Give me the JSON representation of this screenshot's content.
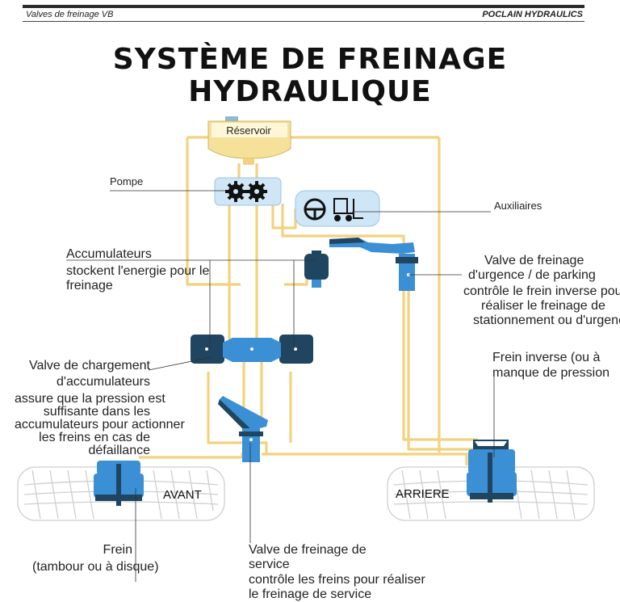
{
  "header": {
    "left": "Valves de freinage VB",
    "right": "POCLAIN HYDRAULICS"
  },
  "title": {
    "line1": "SYSTÈME DE FREINAGE",
    "line2": "HYDRAULIQUE"
  },
  "labels": {
    "reservoir": "Réservoir",
    "pompe": "Pompe",
    "auxiliaires": "Auxiliaires",
    "accumulateurs": {
      "title": "Accumulateurs",
      "desc_line1": "stockent l'energie pour le",
      "desc_line2": "freinage"
    },
    "valve_urgence": {
      "title_line1": "Valve de freinage",
      "title_line2": "d'urgence / de parking",
      "desc_line1": "contrôle le frein inverse pour",
      "desc_line2": "réaliser le freinage de",
      "desc_line3": "stationnement ou d'urgence"
    },
    "valve_chargement": {
      "title_line1": "Valve de chargement",
      "title_line2": "d'accumulateurs",
      "desc_line1": "assure que la pression est",
      "desc_line2": "suffisante dans les",
      "desc_line3": "accumulateurs pour actionner",
      "desc_line4": "les freins en cas  de",
      "desc_line5": "défaillance"
    },
    "frein_inverse": {
      "title": "Frein inverse",
      "suffix": " (ou à",
      "desc_line2": "manque de pression"
    },
    "avant": "AVANT",
    "arriere": "ARRIERE",
    "frein": {
      "title": "Frein",
      "desc": "(tambour ou à disque)"
    },
    "valve_service": {
      "title_line1": "Valve de freinage de",
      "title_line2": "service",
      "desc_line1": "contrôle les freins pour réaliser",
      "desc_line2": "le freinage de service"
    }
  },
  "colors": {
    "pipe": "#f3d27e",
    "component_blue": "#3b8fd4",
    "component_dark": "#1f4560",
    "component_light": "#cfe6f6",
    "tire_outline": "#c9c9c9",
    "leader": "#333333"
  },
  "icons": [
    "gear-icon",
    "steering-wheel-icon",
    "forklift-icon",
    "brake-pedal-icon",
    "hand-lever-icon"
  ]
}
